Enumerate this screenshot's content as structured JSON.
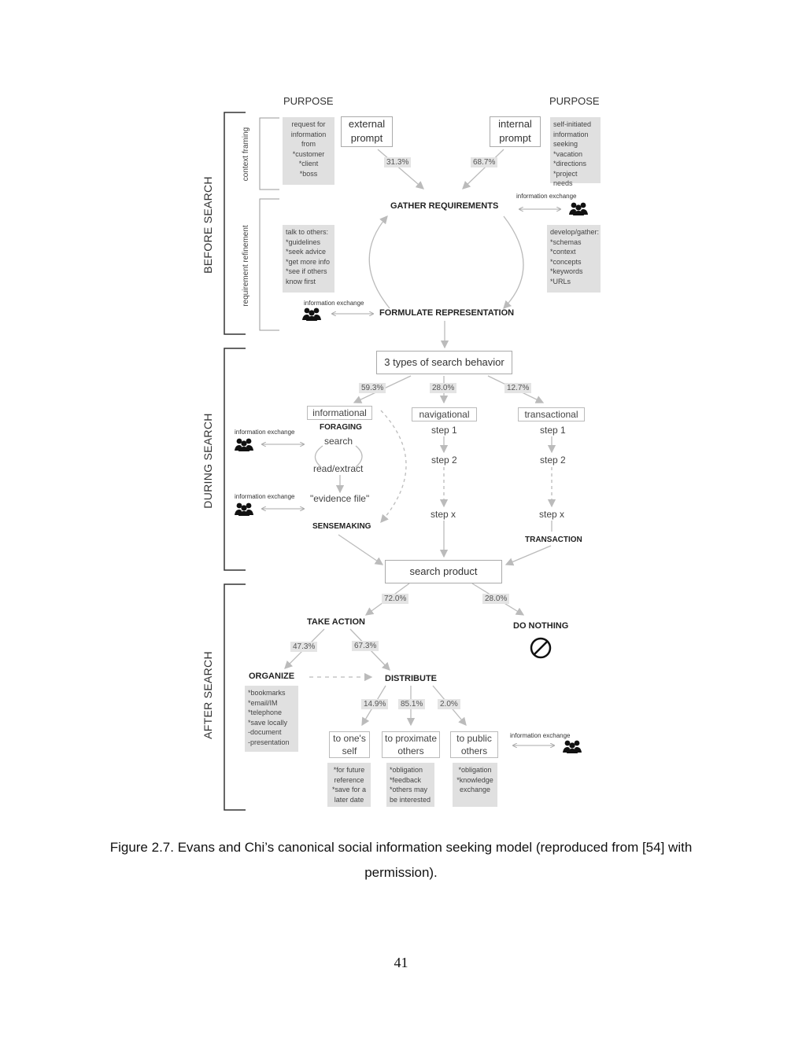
{
  "figure": {
    "purpose_left": "PURPOSE",
    "purpose_right": "PURPOSE",
    "phases": {
      "before": "BEFORE SEARCH",
      "during": "DURING SEARCH",
      "after": "AFTER SEARCH"
    },
    "sub_phases": {
      "context": "context framing",
      "requirement": "requirement refinement"
    },
    "before": {
      "left_purpose_box": "request for\ninformation\nfrom\n*customer\n*client\n*boss",
      "external_prompt": "external\nprompt",
      "internal_prompt": "internal\nprompt",
      "right_purpose_box": "self-initiated\ninformation\nseeking\n*vacation\n*directions\n*project needs",
      "pct_external": "31.3%",
      "pct_internal": "68.7%",
      "gather": "GATHER REQUIREMENTS",
      "ie_gather": "information exchange",
      "talk_box": "talk to others:\n*guidelines\n*seek advice\n*get more info\n*see if others\nknow first",
      "develop_box": "develop/gather:\n*schemas\n*context\n*concepts\n*keywords\n*URLs",
      "ie_formulate": "information exchange",
      "formulate": "FORMULATE REPRESENTATION"
    },
    "during": {
      "types": "3 types of search behavior",
      "pct_info": "59.3%",
      "pct_nav": "28.0%",
      "pct_trans": "12.7%",
      "informational": "informational",
      "navigational": "navigational",
      "transactional": "transactional",
      "foraging": "FORAGING",
      "search": "search",
      "read_extract": "read/extract",
      "evidence": "\"evidence file\"",
      "sensemaking": "SENSEMAKING",
      "ie_foraging": "information exchange",
      "ie_evidence": "information exchange",
      "nav_step1": "step 1",
      "nav_step2": "step 2",
      "nav_stepx": "step x",
      "trans_step1": "step 1",
      "trans_step2": "step 2",
      "trans_stepx": "step x",
      "transaction": "TRANSACTION",
      "search_product": "search product"
    },
    "after": {
      "pct_action": "72.0%",
      "pct_nothing": "28.0%",
      "take_action": "TAKE ACTION",
      "do_nothing": "DO NOTHING",
      "pct_organize": "47.3%",
      "pct_distribute": "67.3%",
      "organize": "ORGANIZE",
      "distribute": "DISTRIBUTE",
      "organize_box": "*bookmarks\n*email/IM\n*telephone\n*save locally\n-document\n-presentation",
      "pct_self": "14.9%",
      "pct_proximate": "85.1%",
      "pct_public": "2.0%",
      "self": "to one's\nself",
      "proximate": "to proximate\nothers",
      "public": "to public\nothers",
      "ie_public": "information exchange",
      "self_box": "*for future\nreference\n*save for a\nlater date",
      "proximate_box": "*obligation\n*feedback\n*others may\nbe interested",
      "public_box": "*obligation\n*knowledge\nexchange"
    }
  },
  "caption": "Figure 2.7. Evans and Chi’s canonical social information seeking model (reproduced from [54] with permission).",
  "page_number": "41"
}
